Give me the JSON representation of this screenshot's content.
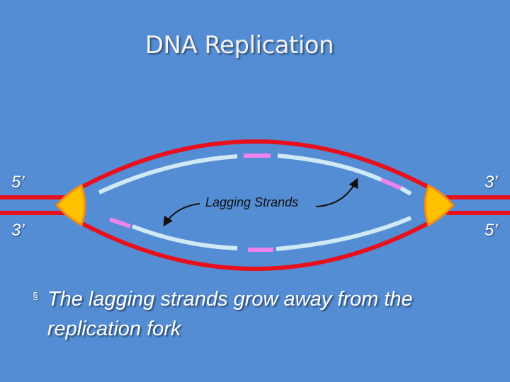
{
  "slide": {
    "title": "DNA Replication",
    "labels": {
      "top_left_end": "5’",
      "top_right_end": "3’",
      "bottom_left_end": "3’",
      "bottom_right_end": "5’",
      "lagging_strands": "Lagging Strands"
    },
    "bullet": {
      "marker": "§",
      "text": "The lagging strands grow away from the replication fork"
    }
  },
  "colors": {
    "background": "#548DD4",
    "parent_strand": "#E8101C",
    "new_strand": "#CFE9F5",
    "primer": "#EE82EE",
    "helicase": "#FFC000",
    "helicase_outline": "#F08A1E",
    "arrow": "#111111"
  },
  "icons": {
    "left_fork": "helicase-shape",
    "right_fork": "helicase-shape"
  }
}
